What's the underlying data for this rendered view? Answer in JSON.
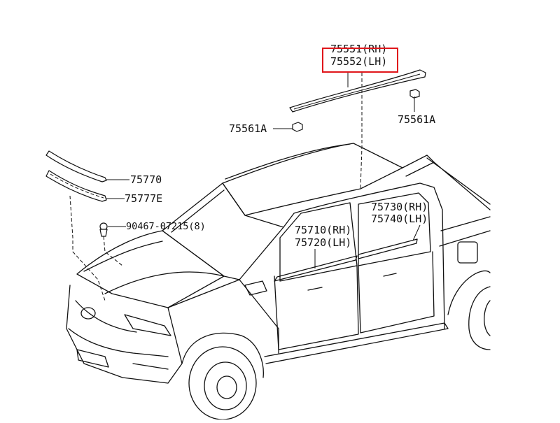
{
  "diagram": {
    "labels": {
      "roof_rh": "75551(RH)",
      "roof_lh": "75552(LH)",
      "clip_left": "75561A",
      "clip_right": "75561A",
      "hood_molding": "75770",
      "hood_seal": "75777E",
      "hood_clip": "90467-07215(8)",
      "rear_rh": "75730(RH)",
      "rear_lh": "75740(LH)",
      "front_rh": "75710(RH)",
      "front_lh": "75720(LH)"
    },
    "highlight_color": "#e0161b"
  }
}
